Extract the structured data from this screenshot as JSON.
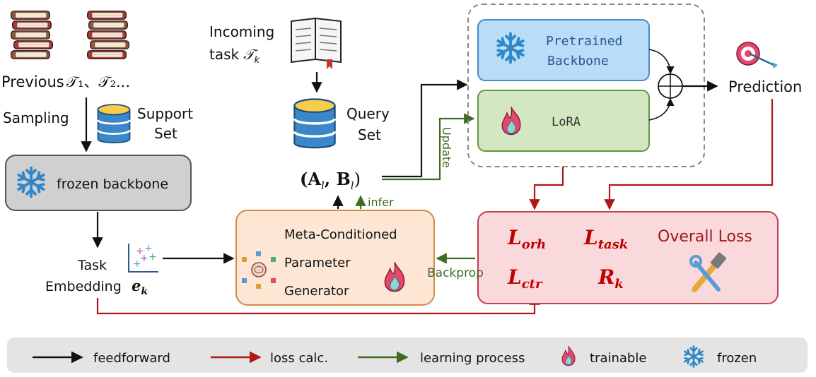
{
  "left": {
    "previous_label": "Previous",
    "previous_tasks": "𝒯₁、𝒯₂...",
    "sampling": "Sampling",
    "support_set": [
      "Support",
      "Set"
    ],
    "frozen_backbone": "frozen backbone",
    "task_embedding": [
      "Task",
      "Embedding"
    ],
    "embedding_symbol": "e",
    "embedding_sub": "k"
  },
  "center": {
    "incoming_task": [
      "Incoming",
      "task"
    ],
    "incoming_symbol": "𝒯",
    "incoming_sub": "k",
    "query_set": [
      "Query",
      "Set"
    ],
    "params": "(A",
    "params_sub1": "l",
    "params_mid": ", B",
    "params_sub2": "l",
    "params_end": ")",
    "infer": "infer",
    "update": "Update"
  },
  "generator": {
    "lines": [
      "Meta-Conditioned",
      "Parameter",
      "Generator"
    ]
  },
  "model": {
    "pretrained": [
      "Pretrained",
      "Backbone"
    ],
    "lora": "LoRA",
    "prediction": "Prediction"
  },
  "loss": {
    "orh": "orh",
    "task": "task",
    "ctr": "ctr",
    "L": "L",
    "R": "R",
    "R_sub": "k",
    "overall": "Overall Loss",
    "backprop": "Backprop"
  },
  "legend": {
    "feedforward": "feedforward",
    "loss_calc": "loss calc.",
    "learning": "learning process",
    "trainable": "trainable",
    "frozen": "frozen"
  },
  "colors": {
    "black": "#111111",
    "red": "#b01818",
    "green": "#3f6b25",
    "blue_box": "#b9dcf8",
    "green_box": "#d3e8c2",
    "gray_box": "#d0d0d0",
    "orange_box": "#fde6d3",
    "pink_box": "#fad9dd",
    "legend_bg": "#e4e4e4"
  }
}
